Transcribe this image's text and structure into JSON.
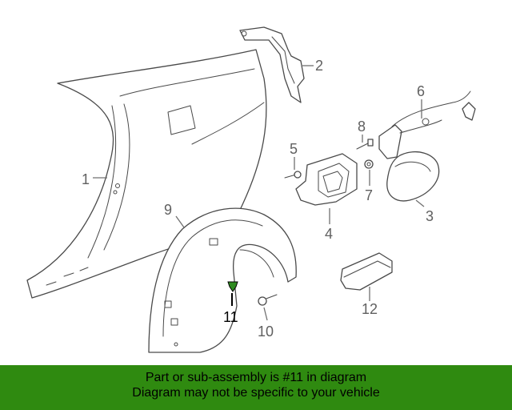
{
  "diagram": {
    "callouts": {
      "c1": "1",
      "c2": "2",
      "c3": "3",
      "c4": "4",
      "c5": "5",
      "c6": "6",
      "c7": "7",
      "c8": "8",
      "c9": "9",
      "c10": "10",
      "c11": "11",
      "c12": "12"
    },
    "highlight_part": "11"
  },
  "banner": {
    "line1": "Part or sub-assembly is #11 in diagram",
    "line2": "Diagram may not be specific to your vehicle",
    "background_color": "#2f8a10",
    "text_color": "#000000",
    "highlight_color": "#2e8b20"
  }
}
